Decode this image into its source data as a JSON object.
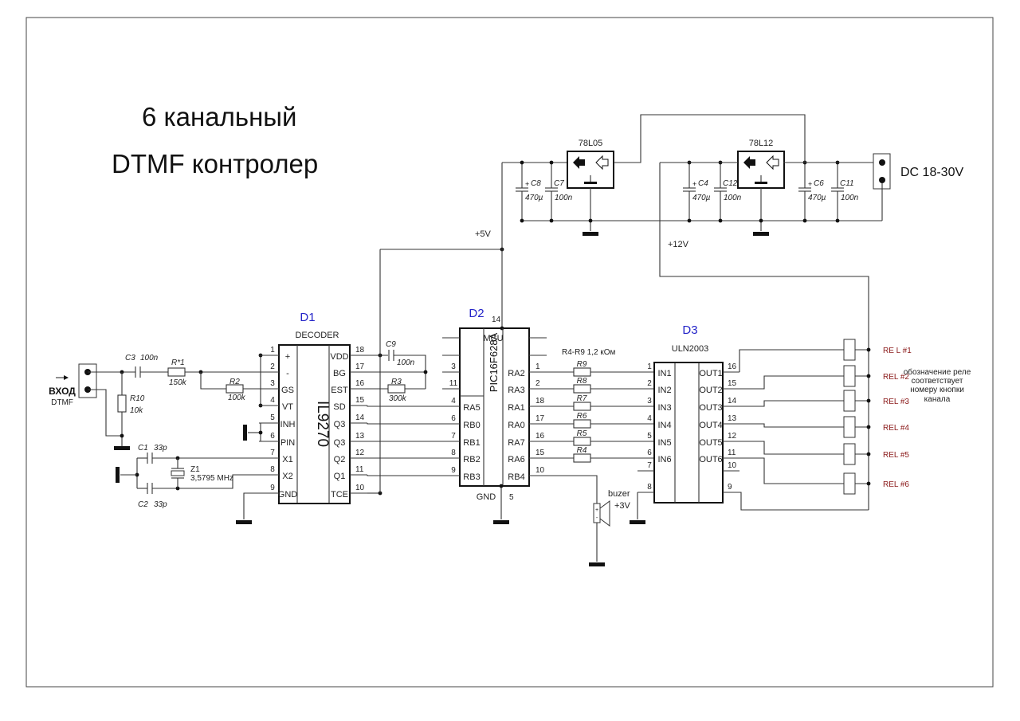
{
  "title": {
    "line1": "6 канальный",
    "line2": "DTMF контролер"
  },
  "input": {
    "label": "ВХОД",
    "sub": "DTMF"
  },
  "d1": {
    "ref": "D1",
    "type": "DECODER",
    "part": "IL9270",
    "left_pins": [
      {
        "num": "1",
        "name": "+"
      },
      {
        "num": "2",
        "name": "-"
      },
      {
        "num": "3",
        "name": "GS"
      },
      {
        "num": "4",
        "name": "VT"
      },
      {
        "num": "5",
        "name": "INH"
      },
      {
        "num": "6",
        "name": "PIN"
      },
      {
        "num": "7",
        "name": "X1"
      },
      {
        "num": "8",
        "name": "X2"
      },
      {
        "num": "9",
        "name": "GND"
      }
    ],
    "right_pins": [
      {
        "num": "18",
        "name": "VDD"
      },
      {
        "num": "17",
        "name": "BG"
      },
      {
        "num": "16",
        "name": "EST"
      },
      {
        "num": "15",
        "name": "SD"
      },
      {
        "num": "14",
        "name": "Q3"
      },
      {
        "num": "13",
        "name": "Q3"
      },
      {
        "num": "12",
        "name": "Q2"
      },
      {
        "num": "11",
        "name": "Q1"
      },
      {
        "num": "10",
        "name": "TCE"
      }
    ]
  },
  "d2": {
    "ref": "D2",
    "part": "PIC16F628A",
    "block": "MCU",
    "power_pin": "14",
    "gnd_label": "GND",
    "gnd_pin": "5",
    "left_pins": [
      {
        "num": "",
        "name": ""
      },
      {
        "num": "",
        "name": ""
      },
      {
        "num": "3",
        "name": ""
      },
      {
        "num": "11",
        "name": ""
      },
      {
        "num": "4",
        "name": "RA5"
      },
      {
        "num": "6",
        "name": "RB0"
      },
      {
        "num": "7",
        "name": "RB1"
      },
      {
        "num": "8",
        "name": "RB2"
      },
      {
        "num": "9",
        "name": "RB3"
      }
    ],
    "right_pins": [
      {
        "num": "",
        "name": ""
      },
      {
        "num": "",
        "name": ""
      },
      {
        "num": "1",
        "name": "RA2"
      },
      {
        "num": "2",
        "name": "RA3"
      },
      {
        "num": "18",
        "name": "RA1"
      },
      {
        "num": "17",
        "name": "RA0"
      },
      {
        "num": "16",
        "name": "RA7"
      },
      {
        "num": "15",
        "name": "RA6"
      },
      {
        "num": "10",
        "name": "RB4"
      }
    ]
  },
  "d3": {
    "ref": "D3",
    "part": "ULN2003",
    "inputs": [
      {
        "num": "1",
        "name": "IN1"
      },
      {
        "num": "2",
        "name": "IN2"
      },
      {
        "num": "3",
        "name": "IN3"
      },
      {
        "num": "4",
        "name": "IN4"
      },
      {
        "num": "5",
        "name": "IN5"
      },
      {
        "num": "6",
        "name": "IN6"
      },
      {
        "num": "7",
        "name": ""
      },
      {
        "num": "8",
        "name": ""
      }
    ],
    "outputs": [
      {
        "num": "16",
        "name": "OUT1"
      },
      {
        "num": "15",
        "name": "OUT2"
      },
      {
        "num": "14",
        "name": "OUT3"
      },
      {
        "num": "13",
        "name": "OUT4"
      },
      {
        "num": "12",
        "name": "OUT5"
      },
      {
        "num": "11",
        "name": "OUT6"
      },
      {
        "num": "10",
        "name": ""
      },
      {
        "num": "9",
        "name": ""
      }
    ]
  },
  "parts": {
    "c3": {
      "ref": "C3",
      "value": "100n"
    },
    "r1": {
      "ref": "R*1",
      "value": "150k"
    },
    "r2": {
      "ref": "R2",
      "value": "100k"
    },
    "r10": {
      "ref": "R10",
      "value": "10k"
    },
    "c1": {
      "ref": "C1",
      "value": "33p"
    },
    "c2": {
      "ref": "C2",
      "value": "33p"
    },
    "z1": {
      "ref": "Z1",
      "value": "3,5795 MHz"
    },
    "c9": {
      "ref": "C9",
      "value": "100n"
    },
    "r3": {
      "ref": "R3",
      "value": "300k"
    },
    "output_resistors": [
      "R9",
      "R8",
      "R7",
      "R6",
      "R5",
      "R4"
    ],
    "resistor_note": "R4-R9 1,2 кОм",
    "buzzer": {
      "ref": "buzer",
      "value": "+3V"
    },
    "c8": {
      "ref": "C8",
      "value": "470µ"
    },
    "c7": {
      "ref": "C7",
      "value": "100n"
    },
    "c4": {
      "ref": "C4",
      "value": "470µ"
    },
    "c12": {
      "ref": "C12",
      "value": "100n"
    },
    "c6": {
      "ref": "C6",
      "value": "470µ"
    },
    "c11": {
      "ref": "C11",
      "value": "100n"
    }
  },
  "power": {
    "reg1": "78L05",
    "reg2": "78L12",
    "dc": "DC 18-30V",
    "rail5": "+5V",
    "rail12": "+12V"
  },
  "relays": [
    "RE L #1",
    "REL #2",
    "REL #3",
    "REL #4",
    "REL #5",
    "REL #6"
  ],
  "relay_note": [
    "обозначение реле",
    "соответствует",
    "номеру кнопки",
    "канала"
  ],
  "colors": {
    "ic_label": "#2323c8",
    "relay_label": "#8b1a1a",
    "wire": "#333333"
  }
}
